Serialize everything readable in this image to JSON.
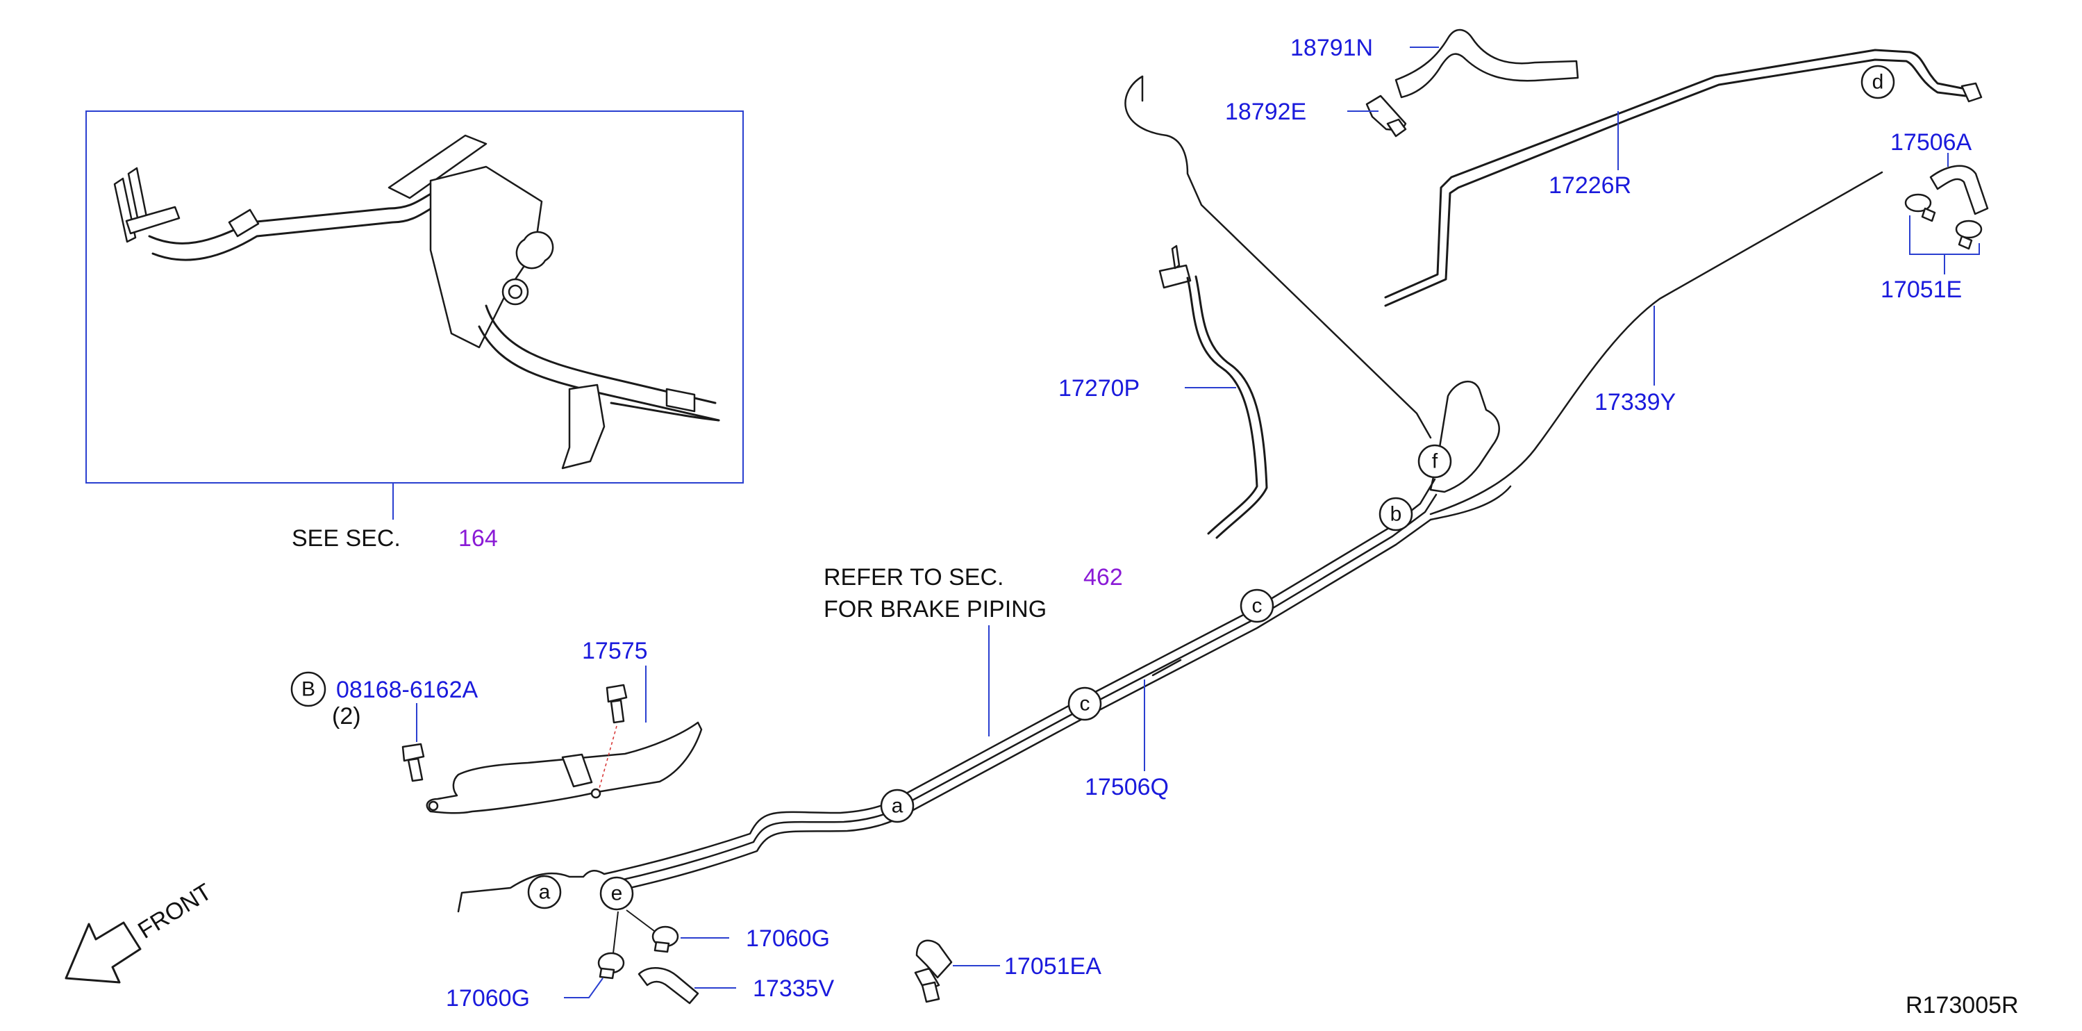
{
  "parts": {
    "p18791N": "18791N",
    "p18792E": "18792E",
    "p17226R": "17226R",
    "p17506A": "17506A",
    "p17051E": "17051E",
    "p17270P": "17270P",
    "p17339Y": "17339Y",
    "p17575": "17575",
    "p08168": "08168-6162A",
    "p08168_qty": "(2)",
    "p17506Q": "17506Q",
    "p17060G_a": "17060G",
    "p17060G_b": "17060G",
    "p17335V": "17335V",
    "p17051EA": "17051EA"
  },
  "notes": {
    "see_sec": "SEE  SEC.",
    "see_sec_num": "164",
    "refer_line1": "REFER  TO  SEC.",
    "refer_num": "462",
    "refer_line2": "FOR  BRAKE  PIPING",
    "front": "FRONT",
    "diagram_id": "R173005R"
  },
  "markers": {
    "bolt": "B",
    "a": "a",
    "b": "b",
    "c": "c",
    "d": "d",
    "e": "e",
    "f": "f"
  },
  "colors": {
    "part_number": "#1a1adc",
    "section_ref": "#8a1ad6",
    "line": "#1a1a1a"
  }
}
